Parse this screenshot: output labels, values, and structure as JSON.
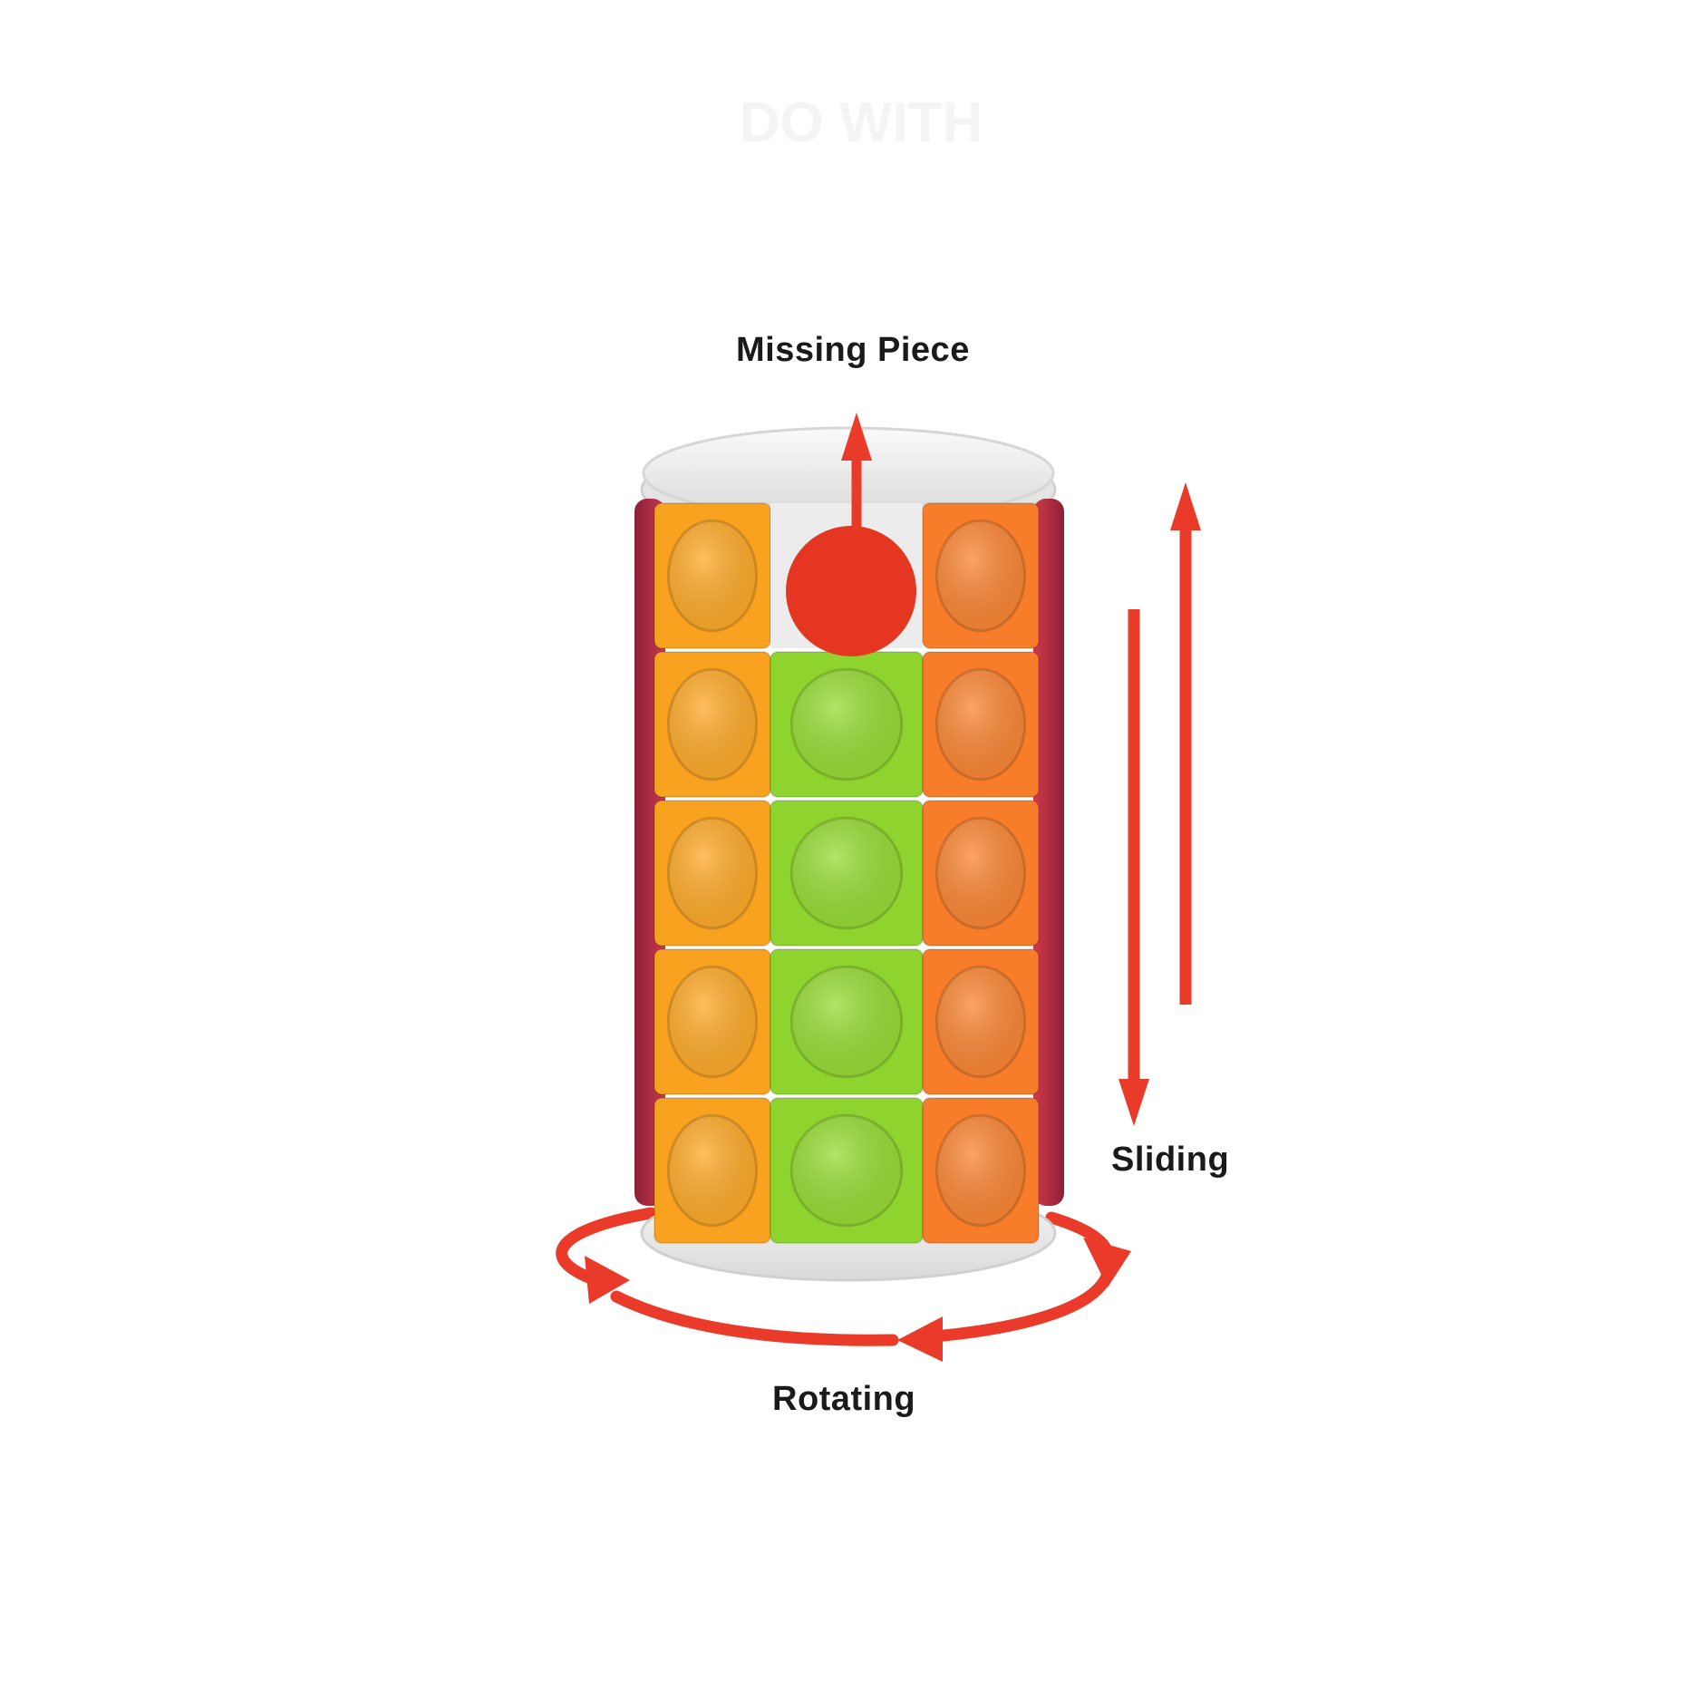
{
  "labels": {
    "missing_piece": "Missing Piece",
    "sliding": "Sliding",
    "rotating": "Rotating",
    "faint_background_text": "DO WITH"
  },
  "puzzle": {
    "rows": 5,
    "columns": [
      {
        "name": "yellow-orange",
        "color": "#f8a220",
        "dot": "#ffab2a",
        "missing_rows": []
      },
      {
        "name": "green",
        "color": "#8fd42e",
        "dot": "#98dc36",
        "missing_rows": [
          0
        ]
      },
      {
        "name": "orange",
        "color": "#f87d2a",
        "dot": "#fb8735",
        "missing_rows": []
      }
    ],
    "side_color": "#b8324a",
    "cap_color": "#f2f2f2",
    "cap_edge": "#d8d8d8"
  },
  "colors": {
    "arrow": "#ea3b2a",
    "missing_marker": "#e43621",
    "text": "#1a1a1a"
  }
}
